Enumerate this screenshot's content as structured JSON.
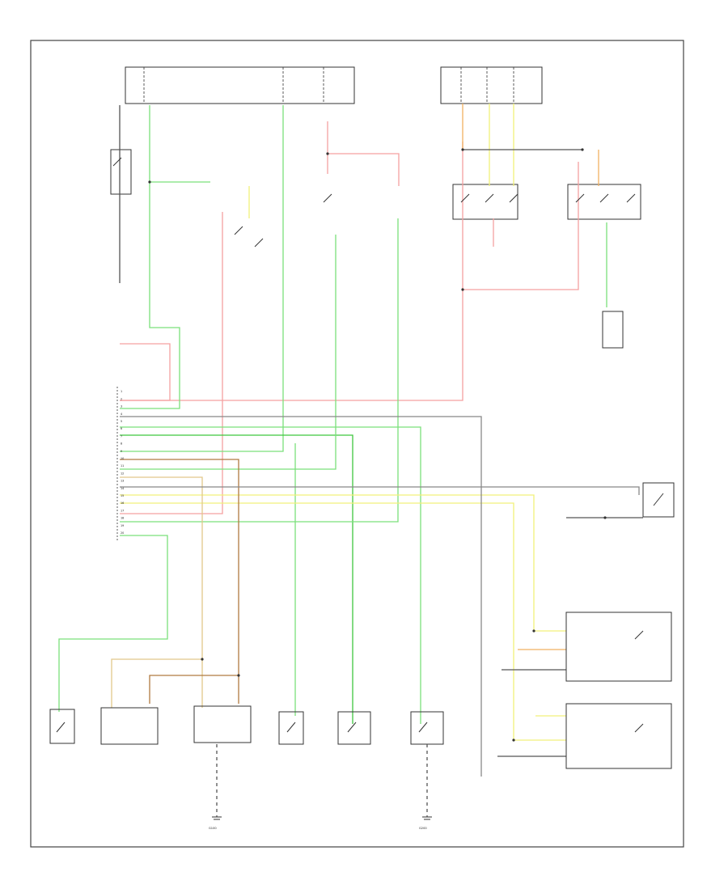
{
  "diagram": {
    "page_id": "",
    "colors": {
      "green": "#7be07b",
      "dark_green": "#3fc63f",
      "pink": "#f5a0a0",
      "yellow": "#f2f07a",
      "tan": "#e2c88a",
      "orange": "#f0b060",
      "brown": "#b07a40",
      "black": "#555555",
      "gray": "#999999"
    },
    "connector_pins": [
      "1",
      "2",
      "3",
      "4",
      "5",
      "6",
      "7",
      "8",
      "9",
      "10",
      "11",
      "12",
      "13",
      "14",
      "15",
      "16",
      "17",
      "18",
      "19",
      "20"
    ],
    "ground_labels": [
      "G100",
      "G200"
    ]
  }
}
